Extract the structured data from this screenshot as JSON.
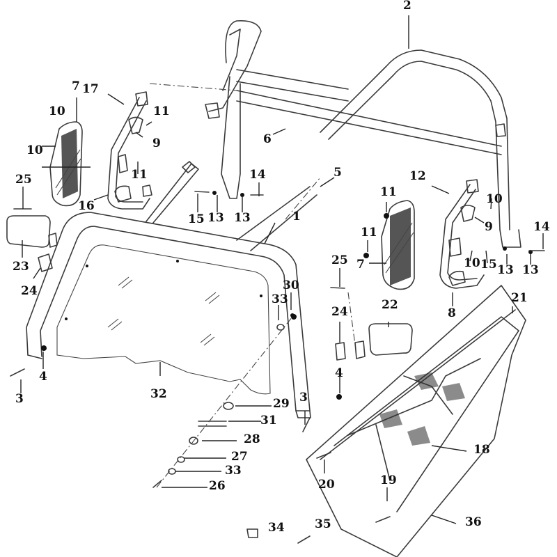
{
  "diagram": {
    "type": "exploded-parts-diagram",
    "subject": "roll cage / cab frame assembly",
    "labels": [
      {
        "id": "1",
        "text": "1"
      },
      {
        "id": "2",
        "text": "2"
      },
      {
        "id": "3a",
        "text": "3"
      },
      {
        "id": "3b",
        "text": "3"
      },
      {
        "id": "4a",
        "text": "4"
      },
      {
        "id": "4b",
        "text": "4"
      },
      {
        "id": "5",
        "text": "5"
      },
      {
        "id": "6",
        "text": "6"
      },
      {
        "id": "7a",
        "text": "7"
      },
      {
        "id": "7b",
        "text": "7"
      },
      {
        "id": "8",
        "text": "8"
      },
      {
        "id": "9a",
        "text": "9"
      },
      {
        "id": "9b",
        "text": "9"
      },
      {
        "id": "10a",
        "text": "10"
      },
      {
        "id": "10b",
        "text": "10"
      },
      {
        "id": "10c",
        "text": "10"
      },
      {
        "id": "10d",
        "text": "10"
      },
      {
        "id": "11a",
        "text": "11"
      },
      {
        "id": "11b",
        "text": "11"
      },
      {
        "id": "11c",
        "text": "11"
      },
      {
        "id": "11d",
        "text": "11"
      },
      {
        "id": "12",
        "text": "12"
      },
      {
        "id": "13a",
        "text": "13"
      },
      {
        "id": "13b",
        "text": "13"
      },
      {
        "id": "13c",
        "text": "13"
      },
      {
        "id": "13d",
        "text": "13"
      },
      {
        "id": "14a",
        "text": "14"
      },
      {
        "id": "14b",
        "text": "14"
      },
      {
        "id": "15a",
        "text": "15"
      },
      {
        "id": "15b",
        "text": "15"
      },
      {
        "id": "16",
        "text": "16"
      },
      {
        "id": "17",
        "text": "17"
      },
      {
        "id": "18",
        "text": "18"
      },
      {
        "id": "19",
        "text": "19"
      },
      {
        "id": "20",
        "text": "20"
      },
      {
        "id": "21",
        "text": "21"
      },
      {
        "id": "22",
        "text": "22"
      },
      {
        "id": "23",
        "text": "23"
      },
      {
        "id": "24a",
        "text": "24"
      },
      {
        "id": "24b",
        "text": "24"
      },
      {
        "id": "25a",
        "text": "25"
      },
      {
        "id": "25b",
        "text": "25"
      },
      {
        "id": "26",
        "text": "26"
      },
      {
        "id": "27",
        "text": "27"
      },
      {
        "id": "28",
        "text": "28"
      },
      {
        "id": "29",
        "text": "29"
      },
      {
        "id": "30",
        "text": "30"
      },
      {
        "id": "31",
        "text": "31"
      },
      {
        "id": "32",
        "text": "32"
      },
      {
        "id": "33a",
        "text": "33"
      },
      {
        "id": "33b",
        "text": "33"
      },
      {
        "id": "34",
        "text": "34"
      },
      {
        "id": "35",
        "text": "35"
      },
      {
        "id": "36",
        "text": "36"
      }
    ]
  }
}
